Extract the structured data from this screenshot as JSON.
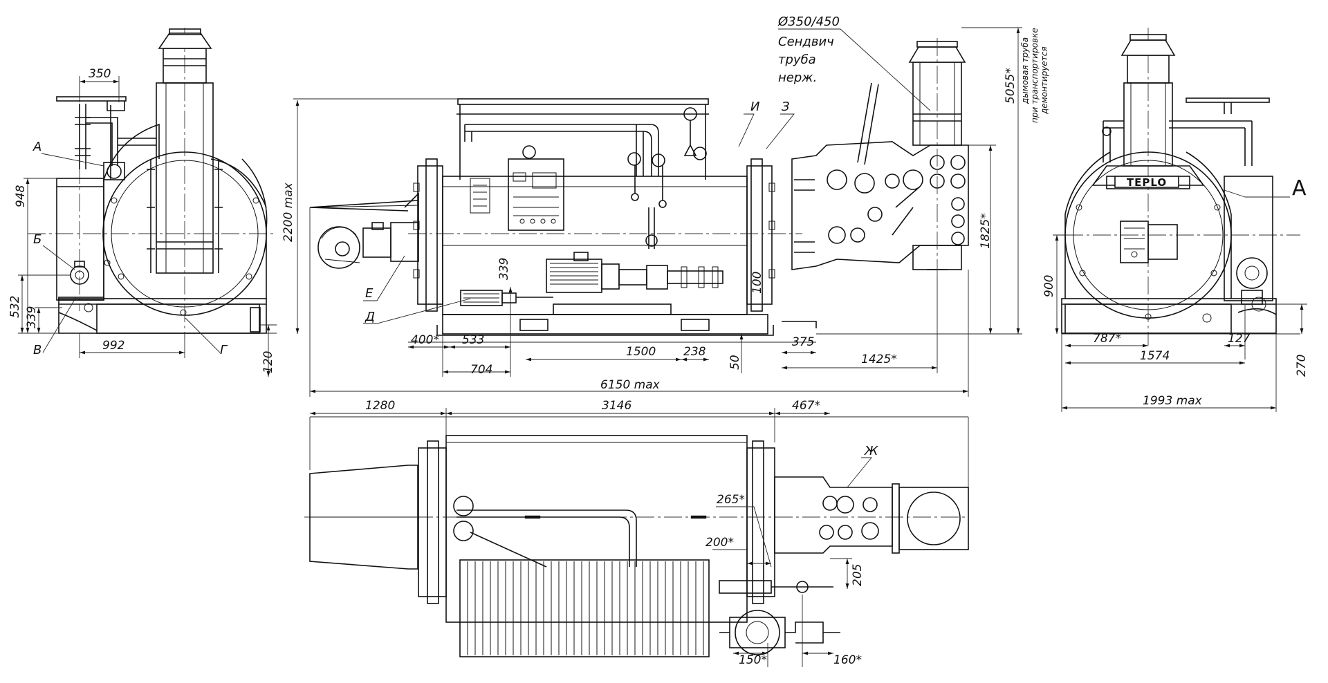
{
  "views": {
    "left": {
      "dims": {
        "w350": "350",
        "h948": "948",
        "h532": "532",
        "h339": "339",
        "w992": "992",
        "h120": "120"
      },
      "callouts": {
        "a": "А",
        "b": "Б",
        "v": "В",
        "g": "Г"
      }
    },
    "front": {
      "dims": {
        "h2200": "2200 max",
        "h339": "339",
        "h100": "100",
        "w400": "400*",
        "w533": "533",
        "w1500": "1500",
        "w238": "238",
        "w704": "704",
        "w6150": "6150 max",
        "h50": "50",
        "w375": "375",
        "w1425": "1425*",
        "h1825": "1825*",
        "h5055": "5055*"
      },
      "callouts": {
        "e": "Е",
        "d": "Д",
        "i": "И",
        "z": "З"
      },
      "pipe_note": [
        "Ø350/450",
        "Сендвич",
        "труба",
        "нерж."
      ],
      "stack_note": [
        "дымовая труба",
        "при транспортировке",
        "демонтируется"
      ]
    },
    "right": {
      "brand": "TEPLO",
      "dims": {
        "h900": "900",
        "w787": "787*",
        "w127": "127",
        "w1574": "1574",
        "w1993": "1993 max",
        "h270": "270"
      },
      "callouts": {
        "a": "А"
      }
    },
    "top": {
      "dims": {
        "w1280": "1280",
        "w3146": "3146",
        "w467": "467*",
        "w265": "265*",
        "w200": "200*",
        "h205": "205",
        "w150": "150*",
        "w160": "160*"
      },
      "callouts": {
        "zh": "Ж"
      }
    }
  }
}
